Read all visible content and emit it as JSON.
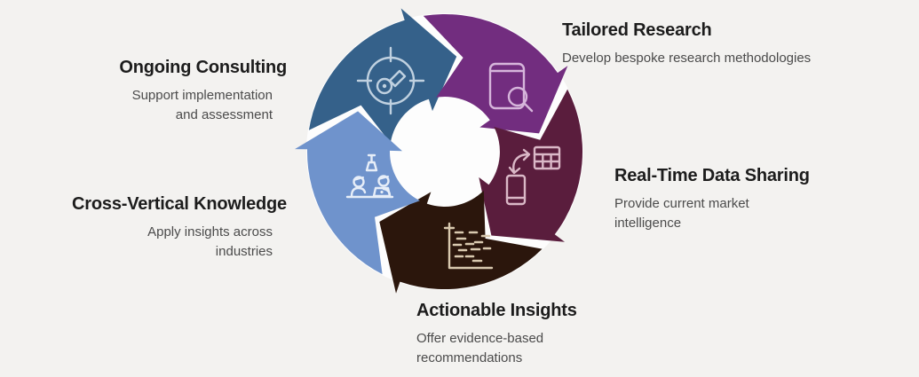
{
  "background_color": "#f3f2f0",
  "diagram": {
    "name": "consulting-services-cycle",
    "backing_color": "#fdfdfd"
  },
  "items": [
    {
      "title": "Ongoing Consulting",
      "description": "Support implementation\nand assessment",
      "color": "#35618a",
      "icon": "target-key-icon",
      "icon_color": "#c0d1e0"
    },
    {
      "title": "Tailored Research",
      "description": "Develop bespoke research methodologies",
      "color": "#722d7f",
      "icon": "book-magnifier-icon",
      "icon_color": "#d6b5db"
    },
    {
      "title": "Real-Time Data Sharing",
      "description": "Provide current market\nintelligence",
      "color": "#5a1d3d",
      "icon": "phone-table-sync-icon",
      "icon_color": "#dab8c7"
    },
    {
      "title": "Actionable Insights",
      "description": "Offer evidence-based\nrecommendations",
      "color": "#2b160c",
      "icon": "chart-dashes-icon",
      "icon_color": "#d9c9af"
    },
    {
      "title": "Cross-Vertical Knowledge",
      "description": "Apply insights across\nindustries",
      "color": "#6f93cc",
      "icon": "people-consulting-icon",
      "icon_color": "#e7eef8"
    }
  ],
  "text_colors": {
    "title": "#1c1c1c",
    "description": "#4b4b4b"
  }
}
